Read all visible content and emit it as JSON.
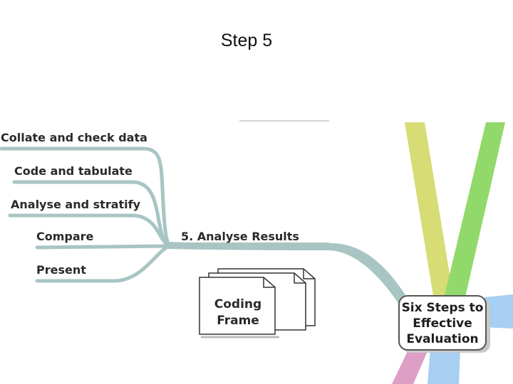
{
  "slide": {
    "title": "Step 5"
  },
  "diagram": {
    "central_node": {
      "lines": [
        "Six Steps to",
        "Effective",
        "Evaluation"
      ]
    },
    "topic": "5. Analyse Results",
    "branches": [
      "Collate and check data",
      "Code and tabulate",
      "Analyse and stratify",
      "Compare",
      "Present"
    ],
    "document": {
      "lines": [
        "Coding",
        "Frame"
      ]
    },
    "colors": {
      "branch": "#a8c5c3",
      "yellow_band": "#d7dc74",
      "green_band": "#92d96b",
      "blue_band": "#a6cff1",
      "pink_band": "#dd9fc6",
      "hub_border": "#555555"
    }
  }
}
